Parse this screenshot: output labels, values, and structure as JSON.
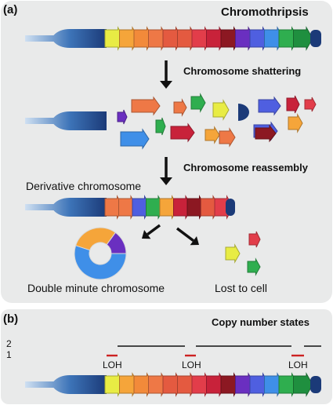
{
  "panel_a": {
    "label": "(a)",
    "title": "Chromothripsis",
    "step_shattering": "Chromosome shattering",
    "step_reassembly": "Chromosome reassembly",
    "derivative_label": "Derivative chromosome",
    "double_minute_label": "Double minute chromosome",
    "lost_label": "Lost to cell"
  },
  "panel_b": {
    "label": "(b)",
    "title": "Copy number states",
    "level_2": "2",
    "level_1": "1",
    "loh_labels": [
      "LOH",
      "LOH",
      "LOH"
    ]
  },
  "colors": {
    "panel_background": "#e9eaea",
    "chromosome_dark": "#1b3a78",
    "chromosome_light": "#cfe0f2",
    "loh_red": "#cc2222",
    "segments": [
      "#e8ec44",
      "#f5a53a",
      "#f28a3a",
      "#ee7846",
      "#e45a40",
      "#e23d4a",
      "#c8223a",
      "#8c1822",
      "#6a2fc0",
      "#4f5fe0",
      "#3f8fe8",
      "#5fc7a0",
      "#2fae4f",
      "#1f8f3f"
    ]
  },
  "icons": [
    "down-arrow-icon",
    "diagonal-arrow-icon",
    "segment-arrow-icon",
    "ring-chromosome-icon"
  ]
}
